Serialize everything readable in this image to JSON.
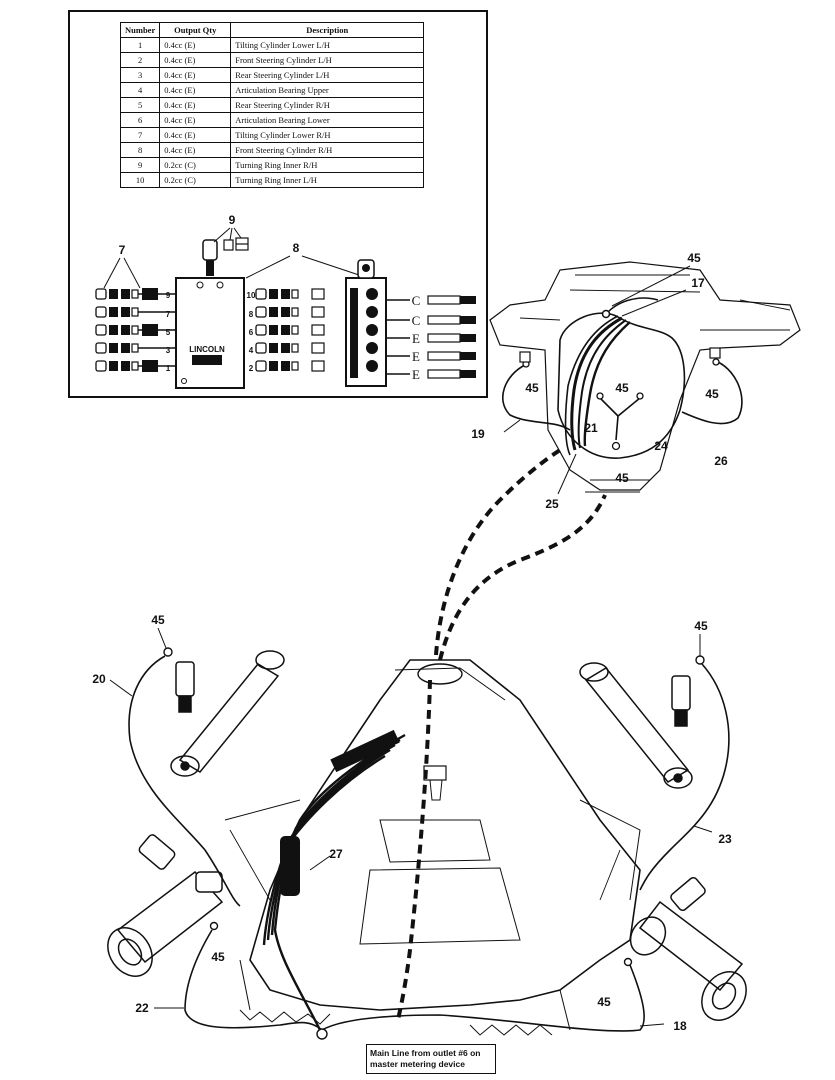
{
  "table": {
    "headers": [
      "Number",
      "Output Qty",
      "Description"
    ],
    "rows": [
      {
        "number": "1",
        "qty": "0.4cc (E)",
        "description": "Tilting Cylinder Lower L/H"
      },
      {
        "number": "2",
        "qty": "0.4cc (E)",
        "description": "Front Steering Cylinder L/H"
      },
      {
        "number": "3",
        "qty": "0.4cc (E)",
        "description": "Rear Steering Cylinder L/H"
      },
      {
        "number": "4",
        "qty": "0.4cc (E)",
        "description": "Articulation Bearing Upper"
      },
      {
        "number": "5",
        "qty": "0.4cc (E)",
        "description": "Rear Steering Cylinder R/H"
      },
      {
        "number": "6",
        "qty": "0.4cc (E)",
        "description": "Articulation Bearing Lower"
      },
      {
        "number": "7",
        "qty": "0.4cc (E)",
        "description": "Tilting Cylinder Lower R/H"
      },
      {
        "number": "8",
        "qty": "0.4cc (E)",
        "description": "Front Steering Cylinder R/H"
      },
      {
        "number": "9",
        "qty": "0.2cc (C)",
        "description": "Turning Ring Inner R/H"
      },
      {
        "number": "10",
        "qty": "0.2cc (C)",
        "description": "Turning Ring Inner L/H"
      }
    ]
  },
  "inset": {
    "callouts": [
      "7",
      "8",
      "9"
    ],
    "block_left_numbers": [
      "9",
      "7",
      "5",
      "3",
      "1"
    ],
    "block_right_numbers": [
      "10",
      "8",
      "6",
      "4",
      "2"
    ],
    "injector_letters": [
      "C",
      "C",
      "E",
      "E",
      "E"
    ],
    "brand": "LINCOLN"
  },
  "callouts": {
    "c45_top": "45",
    "c17": "17",
    "c45_left_ring": "45",
    "c45_mid": "45",
    "c45_right_ring": "45",
    "c19": "19",
    "c21": "21",
    "c24": "24",
    "c26": "26",
    "c45_lower": "45",
    "c25": "25",
    "c45_left_cyl": "45",
    "c20": "20",
    "c45_right_cyl": "45",
    "c23": "23",
    "c27": "27",
    "c45_left_bottom": "45",
    "c22": "22",
    "c45_right_bottom": "45",
    "c18": "18"
  },
  "main_line_label": "Main Line from outlet #6 on master metering device"
}
